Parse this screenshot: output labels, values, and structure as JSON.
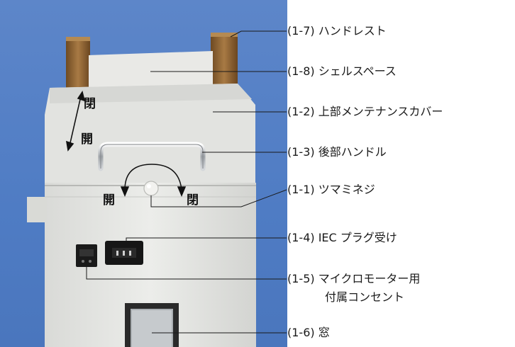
{
  "callouts": [
    {
      "id": "1-7",
      "text": "(1-7) ハンドレスト"
    },
    {
      "id": "1-8",
      "text": "(1-8) シェルスペース"
    },
    {
      "id": "1-2",
      "text": "(1-2) 上部メンテナンスカバー"
    },
    {
      "id": "1-3",
      "text": "(1-3) 後部ハンドル"
    },
    {
      "id": "1-1",
      "text": "(1-1) ツマミネジ"
    },
    {
      "id": "1-4",
      "text": "(1-4) IEC プラグ受け"
    },
    {
      "id": "1-5",
      "text": "(1-5) マイクロモーター用"
    },
    {
      "id": "1-5b",
      "text": "付属コンセント"
    },
    {
      "id": "1-6",
      "text": "(1-6) 窓"
    }
  ],
  "photo_labels": {
    "close_top": "閉",
    "open_top": "開",
    "open_knob": "開",
    "close_knob": "閉"
  },
  "colors": {
    "background_blue": "#5281c6",
    "device_body": "#e4e5e2",
    "wood": "#8a6232",
    "line": "#1a1a1a"
  }
}
